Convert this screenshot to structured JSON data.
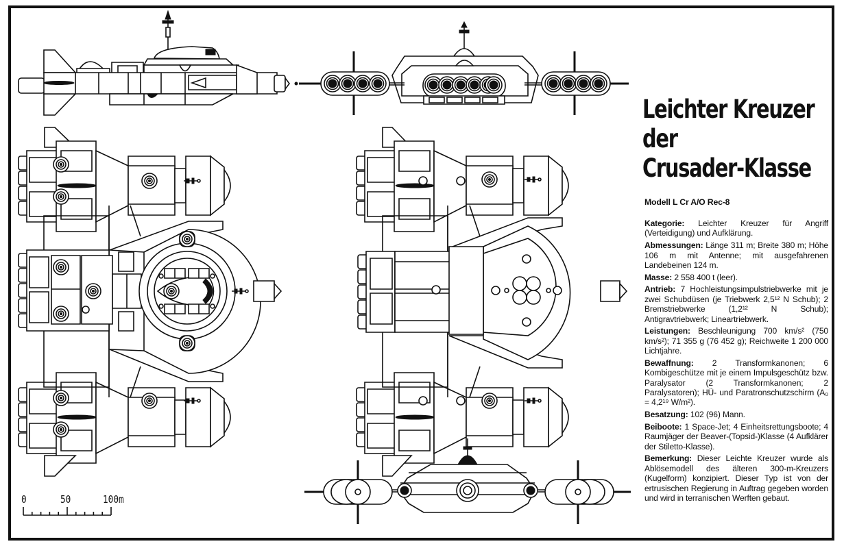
{
  "sheet": {
    "title_lines": [
      "Leichter Kreuzer",
      "der",
      "Crusader-Klasse"
    ],
    "model": "Modell L Cr A/O Rec-8",
    "specs": [
      {
        "label": "Kategorie:",
        "text": " Leichter Kreuzer für Angriff (Verteidigung) und Aufklärung."
      },
      {
        "label": "Abmessungen:",
        "text": " Länge 311 m; Breite 380 m; Höhe 106 m mit Antenne; mit ausgefahrenen Landebeinen 124 m."
      },
      {
        "label": "Masse:",
        "text": " 2 558 400 t (leer)."
      },
      {
        "label": "Antrieb:",
        "text": " 7 Hochleistungsimpulstriebwerke mit je zwei Schubdüsen (je Triebwerk 2,5¹² N Schub); 2 Bremstriebwerke (1,2¹² N Schub); Antigravtriebwerk; Lineartriebwerk."
      },
      {
        "label": "Leistungen:",
        "text": " Beschleunigung 700 km/s² (750 km/s²); 71 355 g (76 452 g); Reichweite 1 200 000 Lichtjahre."
      },
      {
        "label": "Bewaffnung:",
        "text": " 2 Transformkanonen; 6 Kombigeschütze mit je einem Impulsgeschütz bzw. Paralysator (2 Transformkanonen; 2 Paralysatoren); HÜ- und Paratronschutzschirm (A₀ = 4,2¹⁹ W/m²)."
      },
      {
        "label": "Besatzung:",
        "text": " 102 (96) Mann."
      },
      {
        "label": "Beiboote:",
        "text": " 1 Space-Jet; 4 Einheitsrettungsboote; 4 Raumjäger der Beaver-(Topsid-)Klasse (4 Aufklärer der Stiletto-Klasse)."
      },
      {
        "label": "Bemerkung:",
        "text": " Dieser Leichte Kreuzer wurde als Ablösemodell des älteren 300-m-Kreuzers (Kugelform) konzipiert. Dieser Typ ist von der ertrusischen Regierung in Auftrag gegeben worden und wird in terranischen Werften gebaut."
      }
    ],
    "scale_bar": {
      "labels": [
        "0",
        "50",
        "100m"
      ],
      "unit": "m",
      "max_value": 100,
      "minor_ticks": 10
    },
    "views": [
      {
        "name": "side-view"
      },
      {
        "name": "front-view-top"
      },
      {
        "name": "top-view"
      },
      {
        "name": "bottom-view"
      },
      {
        "name": "rear-view"
      }
    ],
    "colors": {
      "ink": "#111111",
      "paper": "#ffffff"
    }
  }
}
